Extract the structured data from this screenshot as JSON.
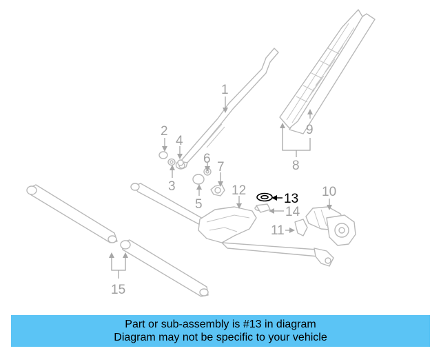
{
  "callouts": {
    "c1": "1",
    "c2": "2",
    "c3": "3",
    "c4": "4",
    "c5": "5",
    "c6": "6",
    "c7": "7",
    "c8": "8",
    "c9": "9",
    "c10": "10",
    "c11": "11",
    "c12": "12",
    "c13": "13",
    "c14": "14",
    "c15": "15"
  },
  "highlighted_part": "13",
  "banner": {
    "line1": "Part or sub-assembly is #13 in diagram",
    "line2": "Diagram may not be specific to your vehicle",
    "color": "#5bc4f5"
  }
}
